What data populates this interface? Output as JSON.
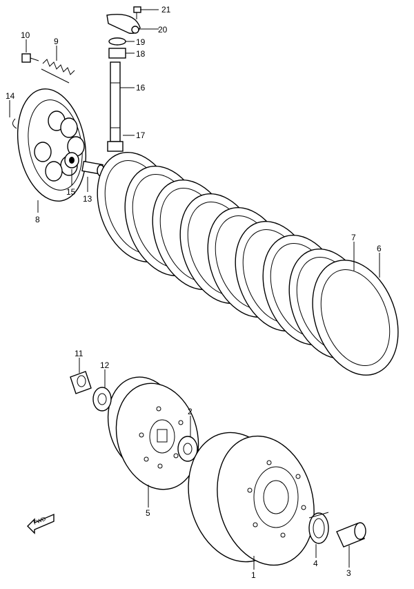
{
  "diagram": {
    "callouts": [
      {
        "id": "c1",
        "text": "1"
      },
      {
        "id": "c2",
        "text": "2"
      },
      {
        "id": "c3",
        "text": "3"
      },
      {
        "id": "c4",
        "text": "4"
      },
      {
        "id": "c5",
        "text": "5"
      },
      {
        "id": "c6",
        "text": "6"
      },
      {
        "id": "c7",
        "text": "7"
      },
      {
        "id": "c8",
        "text": "8"
      },
      {
        "id": "c9",
        "text": "9"
      },
      {
        "id": "c10",
        "text": "10"
      },
      {
        "id": "c11",
        "text": "11"
      },
      {
        "id": "c12",
        "text": "12"
      },
      {
        "id": "c13",
        "text": "13"
      },
      {
        "id": "c14",
        "text": "14"
      },
      {
        "id": "c15",
        "text": "15"
      },
      {
        "id": "c16",
        "text": "16"
      },
      {
        "id": "c17",
        "text": "17"
      },
      {
        "id": "c18",
        "text": "18"
      },
      {
        "id": "c19",
        "text": "19"
      },
      {
        "id": "c20",
        "text": "20"
      },
      {
        "id": "c21",
        "text": "21"
      }
    ],
    "fwd_label": "FWD"
  }
}
